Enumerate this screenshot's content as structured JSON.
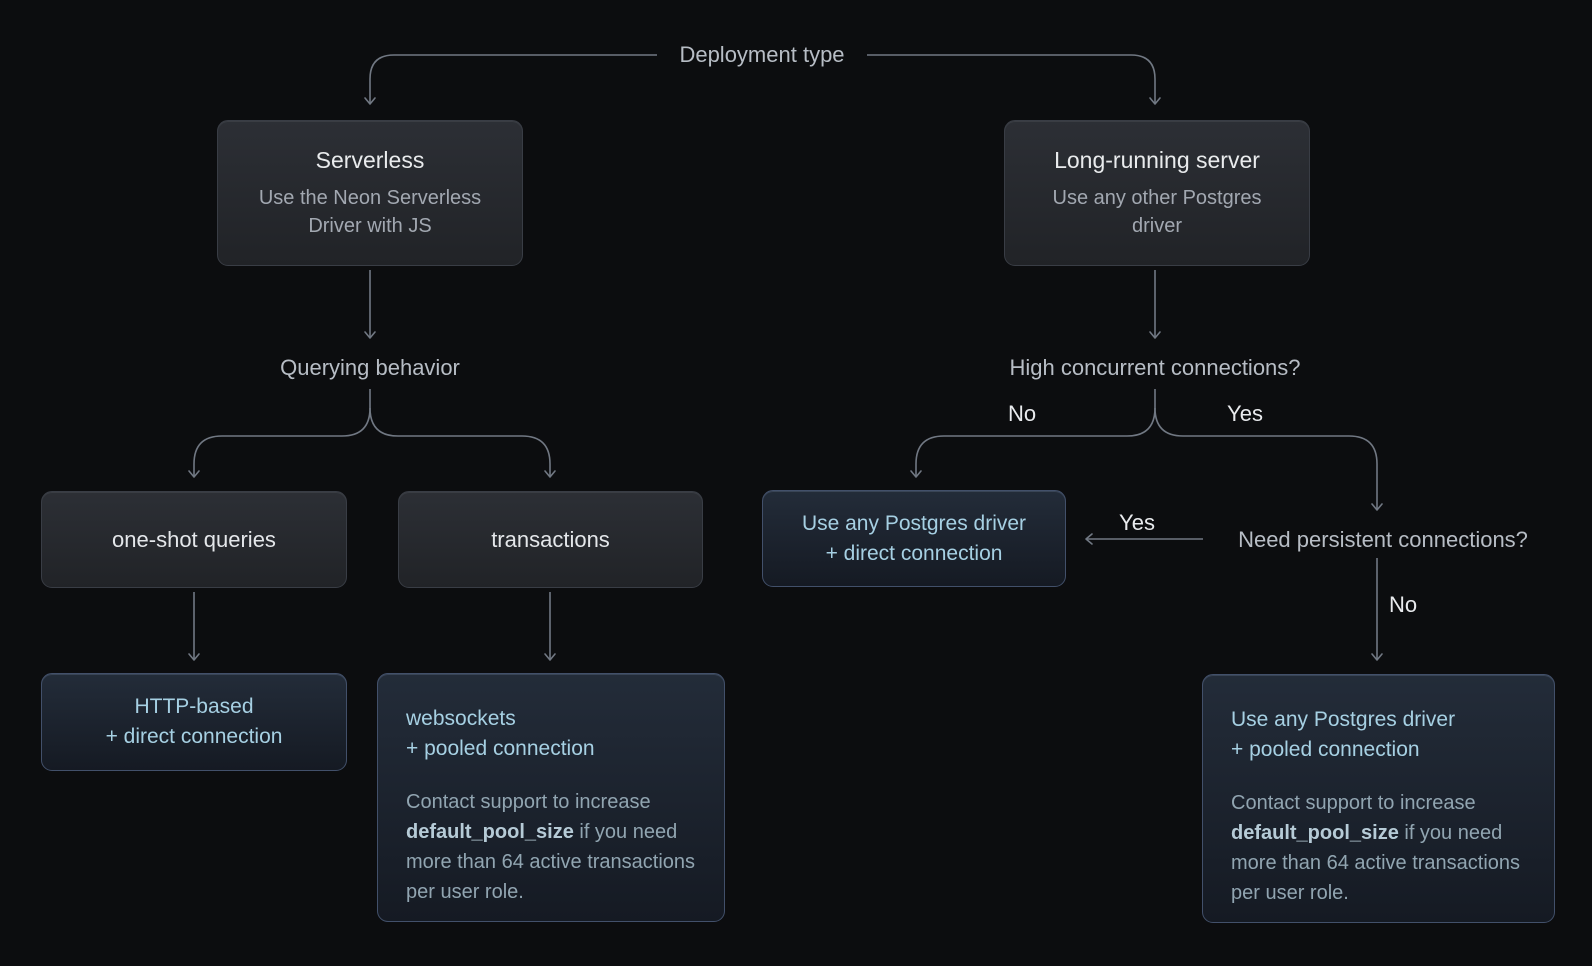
{
  "diagram_type": "decision-tree-flowchart",
  "topic": "Choosing a Postgres connection strategy",
  "labels": {
    "deployment_type": "Deployment type",
    "querying_behavior": "Querying behavior",
    "high_concurrent": "High concurrent connections?",
    "need_persistent": "Need persistent connections?",
    "branch_no": "No",
    "branch_yes": "Yes",
    "yes_arrow": "Yes",
    "no_arrow": "No"
  },
  "nodes": {
    "serverless": {
      "title": "Serverless",
      "subtitle": "Use the Neon Serverless Driver with JS"
    },
    "long_running": {
      "title": "Long-running server",
      "subtitle": "Use any other Postgres driver"
    },
    "one_shot": {
      "label": "one-shot queries"
    },
    "transactions": {
      "label": "transactions"
    },
    "http_direct": {
      "line1": "HTTP-based",
      "line2": "+ direct connection"
    },
    "ws_pooled": {
      "line1": "websockets",
      "line2": "+ pooled connection",
      "note_pre": "Contact support to increase ",
      "note_code": "default_pool_size",
      "note_post": " if you need more than 64 active transactions per user role."
    },
    "direct_conn": {
      "line1": "Use any Postgres driver",
      "line2": "+ direct connection"
    },
    "pooled_conn": {
      "line1": "Use any Postgres driver",
      "line2": "+ pooled connection",
      "note_pre": "Contact support to increase ",
      "note_code": "default_pool_size",
      "note_post": " if you need more than 64 active transactions per user role."
    }
  },
  "colors": {
    "background": "#0c0d0f",
    "connector_line": "#717883",
    "question_label_text": "#b7bdc5",
    "yes_no_text": "#e9ebee",
    "plain_box_bg_top": "#2c2f35",
    "plain_box_bg_bottom": "#212327",
    "plain_box_border": "#393d45",
    "plain_box_title": "#e9ebed",
    "plain_box_subtitle": "#a2a8b1",
    "result_box_bg_top": "#232c39",
    "result_box_bg_bottom": "#151a23",
    "result_box_border": "#42506a",
    "result_box_text": "#a6d0e3",
    "result_box_note": "#91a5b1",
    "result_box_note_bold": "#b6cbd7"
  }
}
